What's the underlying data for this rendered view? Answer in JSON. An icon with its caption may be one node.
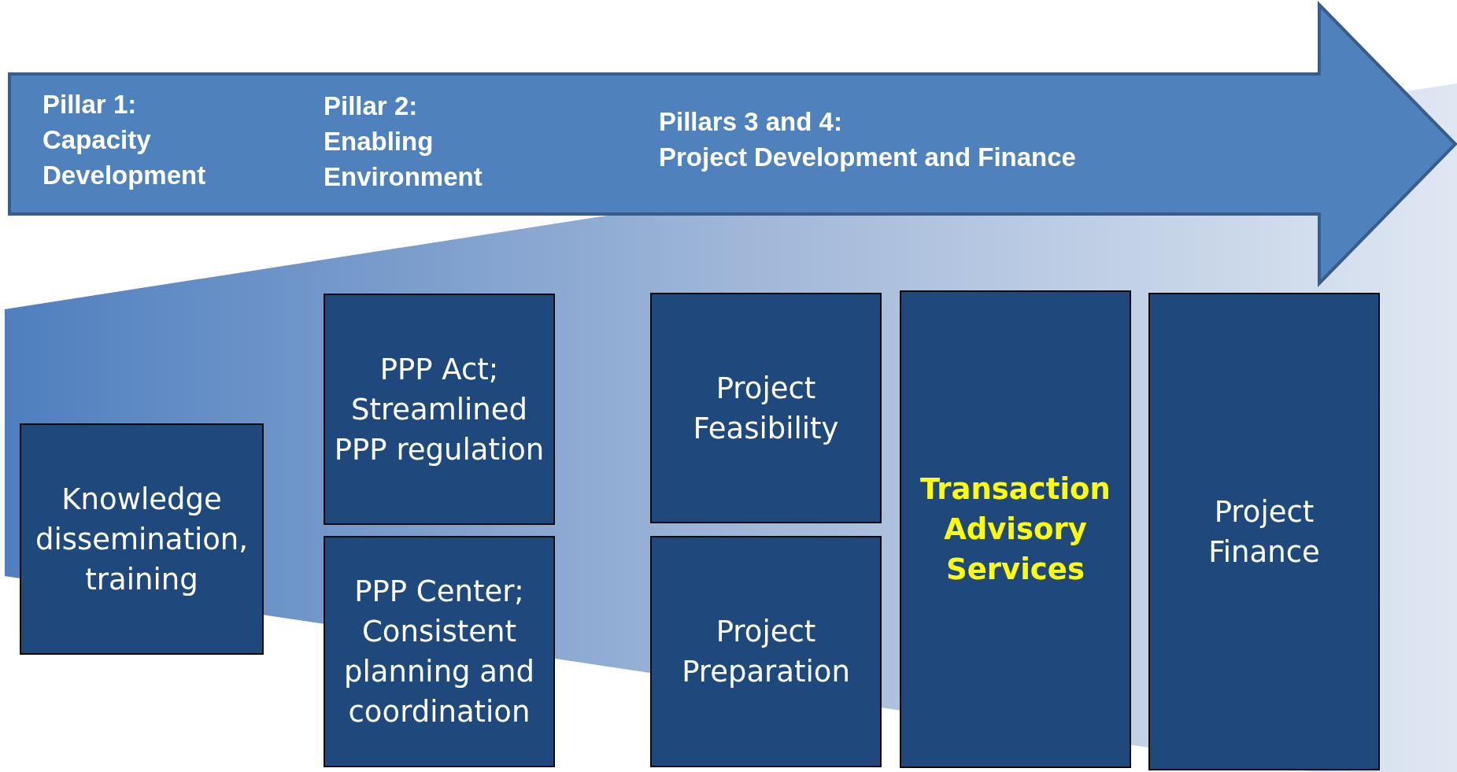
{
  "diagram": {
    "nodes": [
      {
        "text": [
          "Pillar 1:",
          "Capacity Development"
        ]
      },
      {
        "text": [
          "Pillar 2:",
          "Enabling Environment"
        ],
        "in": 0
      },
      {
        "text": [
          "Pillars 3 and 4:",
          "Project Development and Finance"
        ],
        "in": 0
      },
      {
        "text": [
          "Knowledge dissemination, training"
        ]
      },
      {
        "text": [
          "PPP Act; Streamlined PPP regulation"
        ]
      },
      {
        "text": [
          "PPP Center; Consistent planning and coordination"
        ]
      },
      {
        "text": [
          "Project Feasibility"
        ]
      },
      {
        "text": [
          "Project Preparation"
        ]
      },
      {
        "text": [
          "Transaction Advisory Services"
        ]
      },
      {
        "text": [
          "Project Finance"
        ]
      }
    ],
    "edges": []
  }
}
